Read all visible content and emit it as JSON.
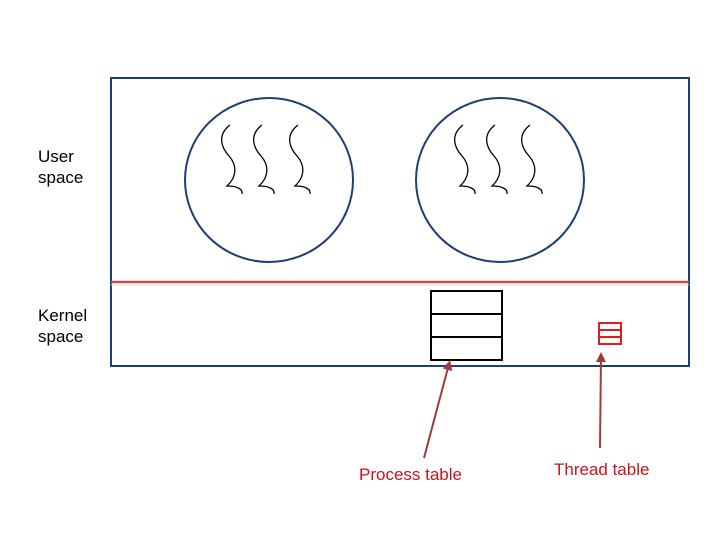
{
  "labels": {
    "user_space": [
      "User",
      "space"
    ],
    "kernel_space": [
      "Kernel",
      "space"
    ],
    "process_table": "Process table",
    "thread_table": "Thread table"
  },
  "colors": {
    "outline": "#1f3f74",
    "divider": "#c0504d",
    "thread_table": "#e21c1c",
    "arrow": "#a33a3a",
    "caption": "#c4161c",
    "squiggle": "#000000"
  },
  "icons": [
    "thread-squiggle-icon",
    "arrow-icon"
  ]
}
